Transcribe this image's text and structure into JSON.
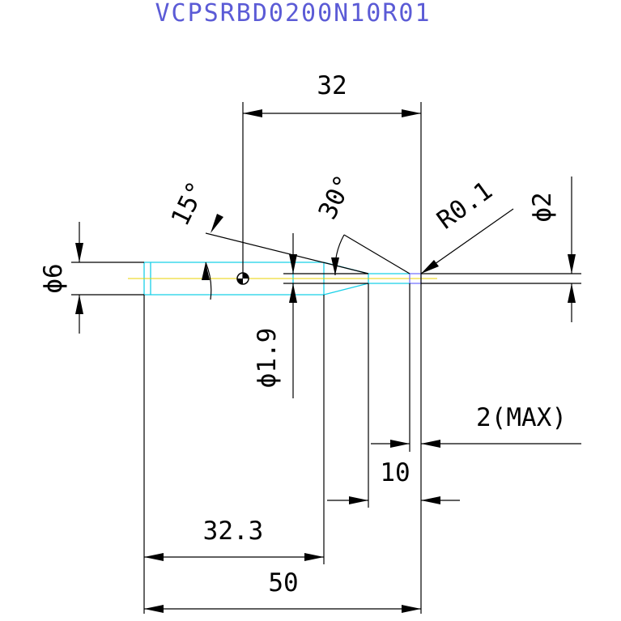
{
  "title": "VCPSRBD0200N10R01",
  "dims": {
    "overall_length": "50",
    "shank_length": "32.3",
    "gauge_length": "32",
    "neck_length": "10",
    "edge_length": "2(MAX)",
    "shank_diameter": "ϕ6",
    "neck_diameter": "ϕ1.9",
    "tip_diameter": "ϕ2",
    "corner_radius": "R0.1",
    "taper_angle": "15°",
    "point_angle": "30°"
  },
  "colors": {
    "title": "#5b5bd6",
    "dimension": "#000000",
    "tool_outline": "#18d0e8",
    "centerline": "#e8d000",
    "tip_detail": "#6a6aff"
  }
}
